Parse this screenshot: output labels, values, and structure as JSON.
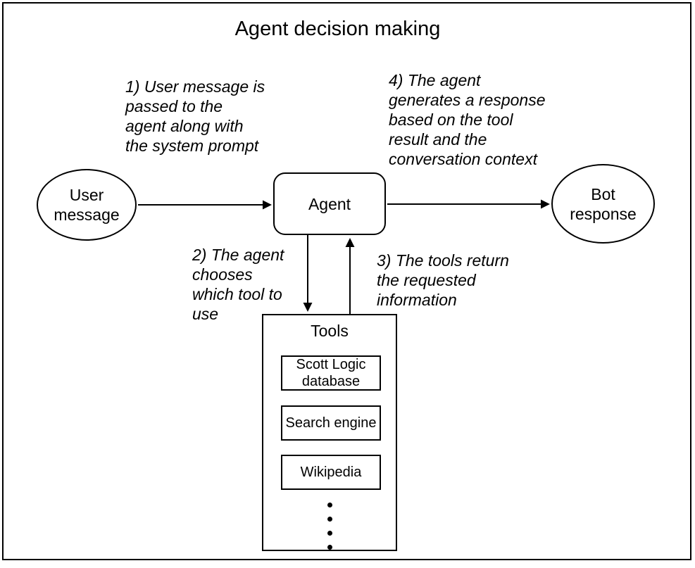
{
  "page": {
    "title": "Agent decision making"
  },
  "nodes": {
    "user_message": {
      "label": "User\nmessage"
    },
    "agent": {
      "label": "Agent"
    },
    "bot_response": {
      "label": "Bot\nresponse"
    },
    "tools": {
      "title": "Tools",
      "items": [
        {
          "label": "Scott Logic\ndatabase"
        },
        {
          "label": "Search engine"
        },
        {
          "label": "Wikipedia"
        }
      ]
    }
  },
  "annotations": {
    "step1": "1) User message is\npassed to the\nagent along with\nthe system prompt",
    "step2": "2) The agent\nchooses\nwhich tool to\nuse",
    "step3": "3) The tools return\nthe requested\ninformation",
    "step4": "4) The agent\ngenerates a response\nbased on the tool\nresult and the\nconversation context"
  },
  "colors": {
    "stroke": "#000000",
    "background": "#ffffff"
  }
}
